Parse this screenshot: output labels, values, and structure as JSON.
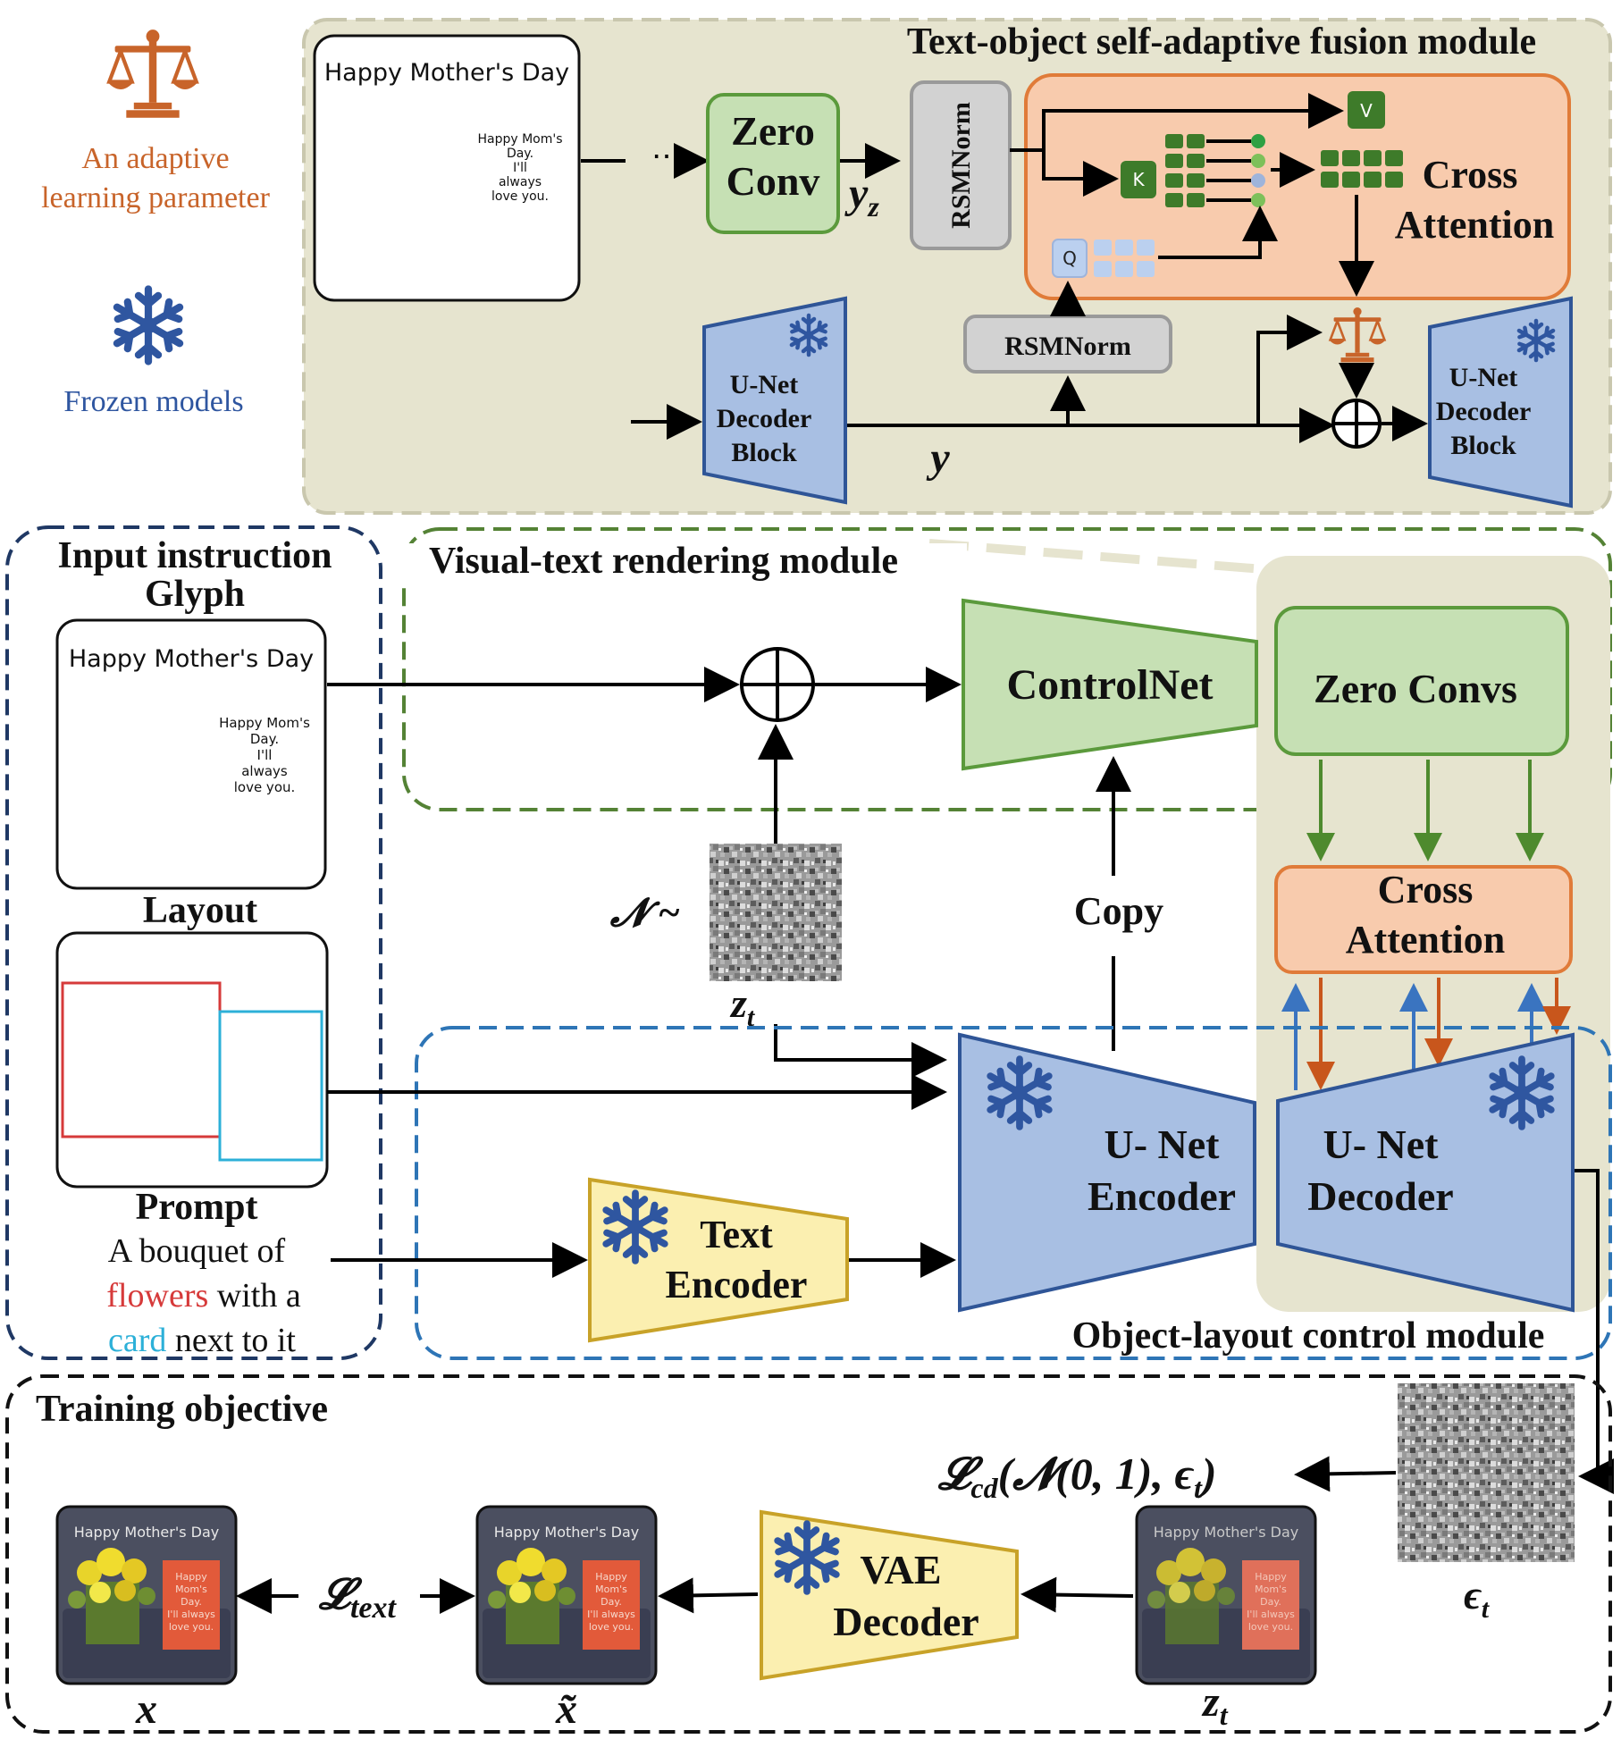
{
  "legend": {
    "adaptive_label_1": "An adaptive",
    "adaptive_label_2": "learning parameter",
    "frozen_label": "Frozen models",
    "adaptive_color": "#C8642A",
    "frozen_color": "#2F56A0"
  },
  "fusion_module": {
    "title": "Text-object self-adaptive fusion module",
    "glyph_title": "Happy Mother's Day",
    "glyph_lines": [
      "Happy Mom's",
      "Day.",
      "I'll",
      "always",
      "love you."
    ],
    "zero_conv_1": "Zero",
    "zero_conv_2": "Conv",
    "yz_label": "y",
    "yz_sub": "z",
    "rsmnorm_vertical": "RSMNorm",
    "rsmnorm_box": "RSMNorm",
    "v_label": "V",
    "k_label": "K",
    "q_label": "Q",
    "cross_attention_1": "Cross",
    "cross_attention_2": "Attention",
    "decoder_left_1": "U-Net",
    "decoder_left_2": "Decoder",
    "decoder_left_3": "Block",
    "decoder_right_1": "U-Net",
    "decoder_right_2": "Decoder",
    "decoder_right_3": "Block",
    "y_label": "y"
  },
  "input_instruction": {
    "title": "Input instruction",
    "glyph_label": "Glyph",
    "glyph_title": "Happy Mother's Day",
    "glyph_lines": [
      "Happy Mom's",
      "Day.",
      "I'll",
      "always",
      "love you."
    ],
    "layout_label": "Layout",
    "prompt_label": "Prompt",
    "prompt_line1": "A bouquet of",
    "prompt_word_flowers": "flowers",
    "prompt_with_a": " with a",
    "prompt_word_card": "card",
    "prompt_next": " next to it",
    "flowers_color": "#D63A3A",
    "card_color": "#2CB0D8"
  },
  "visual_text_module": {
    "title": "Visual-text rendering module",
    "controlnet": "ControlNet",
    "zero_convs": "Zero Convs",
    "cross_attention_1": "Cross",
    "cross_attention_2": "Attention",
    "copy_label": "Copy",
    "noise_label": "𝓝 ~",
    "zt_label": "z",
    "zt_sub": "t"
  },
  "object_layout_module": {
    "title": "Object-layout control module",
    "text_encoder_1": "Text",
    "text_encoder_2": "Encoder",
    "unet_encoder_1": "U- Net",
    "unet_encoder_2": "Encoder",
    "unet_decoder_1": "U- Net",
    "unet_decoder_2": "Decoder"
  },
  "training": {
    "title": "Training objective",
    "loss_cd": "𝓛",
    "loss_cd_sub": "cd",
    "loss_cd_args": "(𝓝(0, 1), ϵ",
    "loss_cd_args_sub": "t",
    "loss_cd_close": ")",
    "eps_label": "ϵ",
    "eps_sub": "t",
    "loss_text": "𝓛",
    "loss_text_sub": "text",
    "vae_1": "VAE",
    "vae_2": "Decoder",
    "img_caption": "Happy Mother's Day",
    "card_lines": [
      "Happy",
      "Mom's",
      "Day.",
      "I'll always",
      "love you."
    ],
    "x_label": "x",
    "xtilde_label": "x̃",
    "zt_label": "z",
    "zt_sub": "t"
  },
  "colors": {
    "green_fill": "#C6E0B4",
    "green_stroke": "#5B9A3C",
    "blue_fill": "#A8BFE3",
    "blue_stroke": "#2F5597",
    "orange_fill": "#F8CBAD",
    "orange_stroke": "#E07B39",
    "yellow_fill": "#FBEFB0",
    "yellow_stroke": "#C8A228",
    "panel_fill": "#E6E4CF",
    "gray_fill": "#D2D2D2"
  }
}
